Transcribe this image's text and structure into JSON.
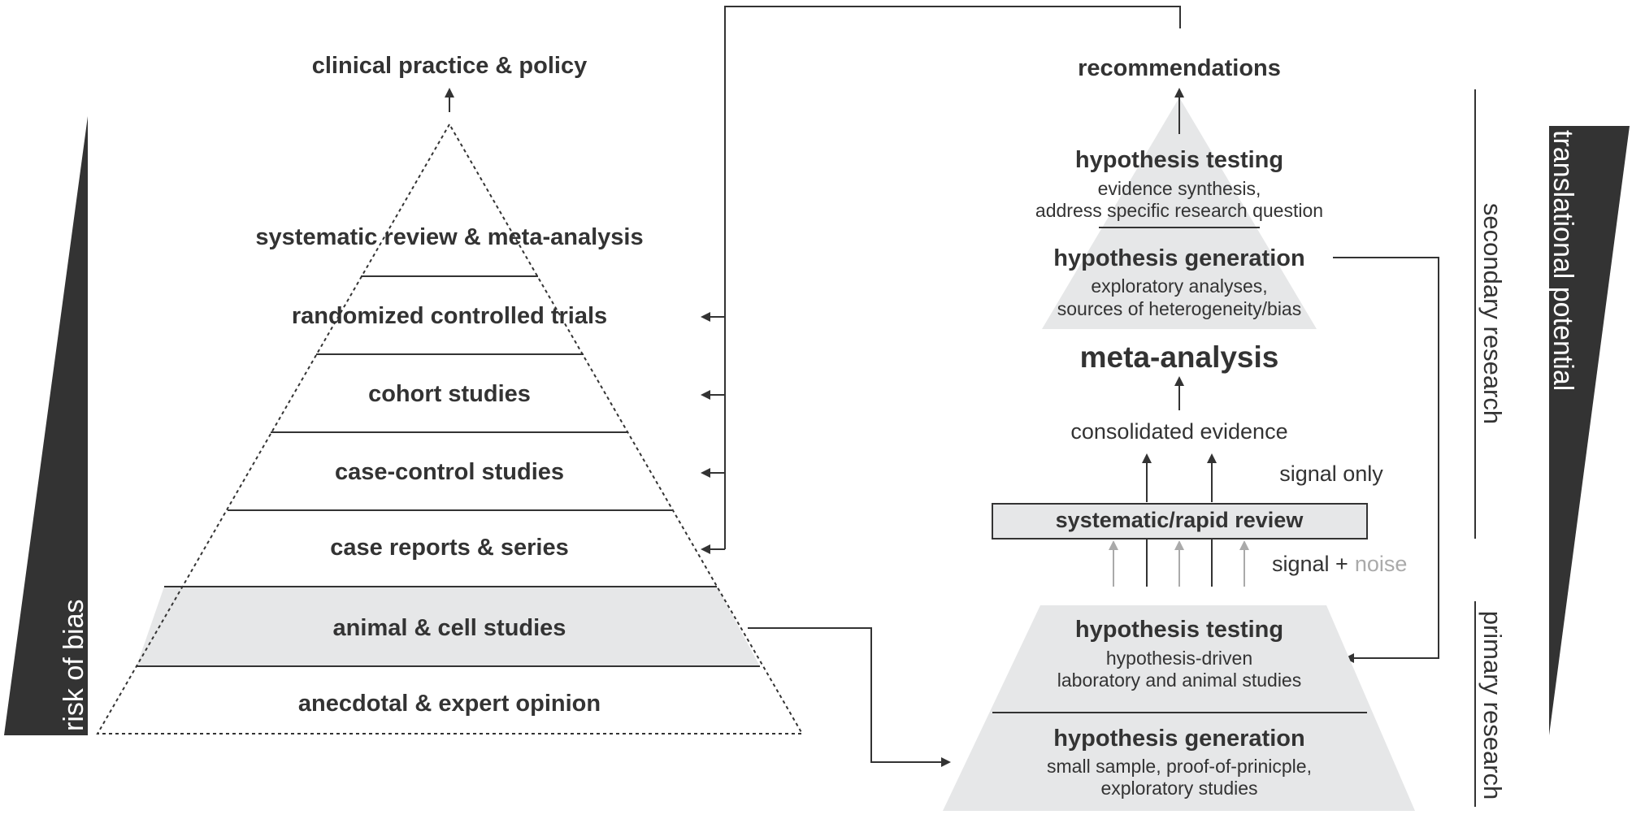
{
  "left_pyramid": {
    "top_label": "clinical practice & policy",
    "levels": [
      "systematic review & meta-analysis",
      "randomized controlled trials",
      "cohort studies",
      "case-control studies",
      "case reports & series",
      "animal & cell studies",
      "anecdotal & expert opinion"
    ],
    "side_label": "risk of bias"
  },
  "right_diagram": {
    "top_label": "recommendations",
    "secondary": {
      "testing_title": "hypothesis testing",
      "testing_desc": [
        "evidence synthesis,",
        "address specific research question"
      ],
      "generation_title": "hypothesis generation",
      "generation_desc": [
        "exploratory analyses,",
        "sources of heterogeneity/bias"
      ]
    },
    "meta_analysis": "meta-analysis",
    "consolidated": "consolidated evidence",
    "signal_only": "signal only",
    "review": "systematic/rapid review",
    "signal_plus": "signal +",
    "noise": "noise",
    "primary": {
      "testing_title": "hypothesis testing",
      "testing_desc": [
        "hypothesis-driven",
        "laboratory and animal studies"
      ],
      "generation_title": "hypothesis generation",
      "generation_desc": [
        "small sample, proof-of-prinicple,",
        "exploratory studies"
      ]
    },
    "secondary_label": "secondary research",
    "primary_label": "primary research",
    "translational_label": "translational potential"
  },
  "colors": {
    "dark": "#333333",
    "shade": "#e6e7e8",
    "noise": "#aaaaaa",
    "line": "#333333"
  }
}
